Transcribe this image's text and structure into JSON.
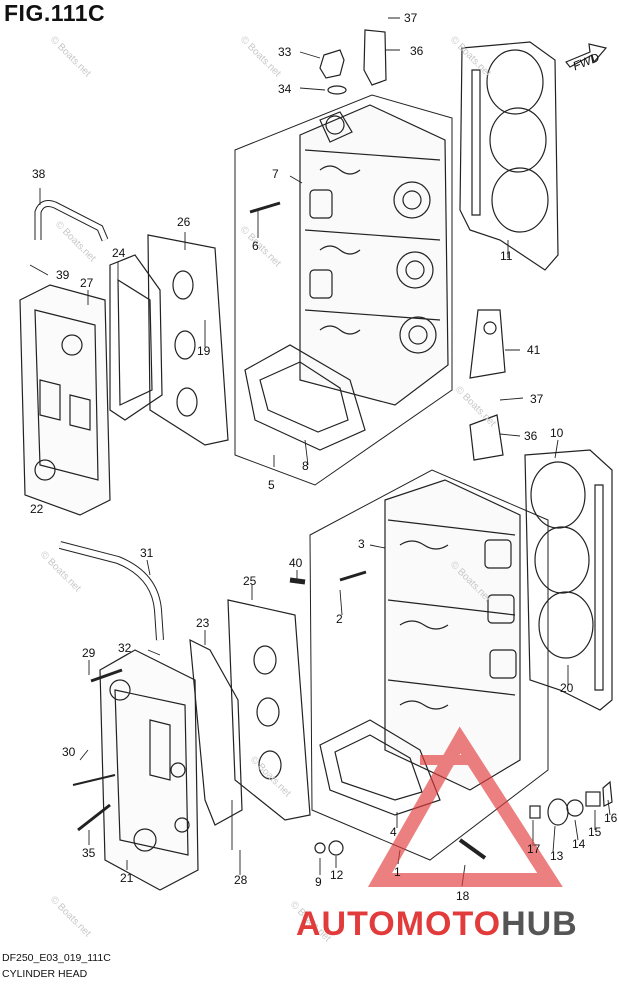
{
  "figure": {
    "title": "FIG.111C",
    "code": "DF250_E03_019_111C",
    "name": "CYLINDER HEAD",
    "fwd_label": "FWD",
    "watermark": "© Boats.net"
  },
  "brand": {
    "part1": "AUTOMOTO",
    "part2": "HUB",
    "color_primary": "#e23b3b",
    "color_secondary": "#555555"
  },
  "callouts": [
    {
      "id": "c1",
      "label": "1"
    },
    {
      "id": "c2",
      "label": "2"
    },
    {
      "id": "c3",
      "label": "3"
    },
    {
      "id": "c4",
      "label": "4"
    },
    {
      "id": "c5",
      "label": "5"
    },
    {
      "id": "c6",
      "label": "6"
    },
    {
      "id": "c7",
      "label": "7"
    },
    {
      "id": "c8",
      "label": "8"
    },
    {
      "id": "c9",
      "label": "9"
    },
    {
      "id": "c10",
      "label": "10"
    },
    {
      "id": "c11",
      "label": "11"
    },
    {
      "id": "c12",
      "label": "12"
    },
    {
      "id": "c13",
      "label": "13"
    },
    {
      "id": "c14",
      "label": "14"
    },
    {
      "id": "c15",
      "label": "15"
    },
    {
      "id": "c16",
      "label": "16"
    },
    {
      "id": "c17",
      "label": "17"
    },
    {
      "id": "c18",
      "label": "18"
    },
    {
      "id": "c19",
      "label": "19"
    },
    {
      "id": "c20",
      "label": "20"
    },
    {
      "id": "c21",
      "label": "21"
    },
    {
      "id": "c22",
      "label": "22"
    },
    {
      "id": "c23",
      "label": "23"
    },
    {
      "id": "c24",
      "label": "24"
    },
    {
      "id": "c25",
      "label": "25"
    },
    {
      "id": "c26",
      "label": "26"
    },
    {
      "id": "c27",
      "label": "27"
    },
    {
      "id": "c28",
      "label": "28"
    },
    {
      "id": "c29",
      "label": "29"
    },
    {
      "id": "c30",
      "label": "30"
    },
    {
      "id": "c31",
      "label": "31"
    },
    {
      "id": "c32",
      "label": "32"
    },
    {
      "id": "c33",
      "label": "33"
    },
    {
      "id": "c34",
      "label": "34"
    },
    {
      "id": "c35",
      "label": "35"
    },
    {
      "id": "c36a",
      "label": "36"
    },
    {
      "id": "c36b",
      "label": "36"
    },
    {
      "id": "c37a",
      "label": "37"
    },
    {
      "id": "c37b",
      "label": "37"
    },
    {
      "id": "c38",
      "label": "38"
    },
    {
      "id": "c39",
      "label": "39"
    },
    {
      "id": "c40",
      "label": "40"
    },
    {
      "id": "c41",
      "label": "41"
    }
  ]
}
